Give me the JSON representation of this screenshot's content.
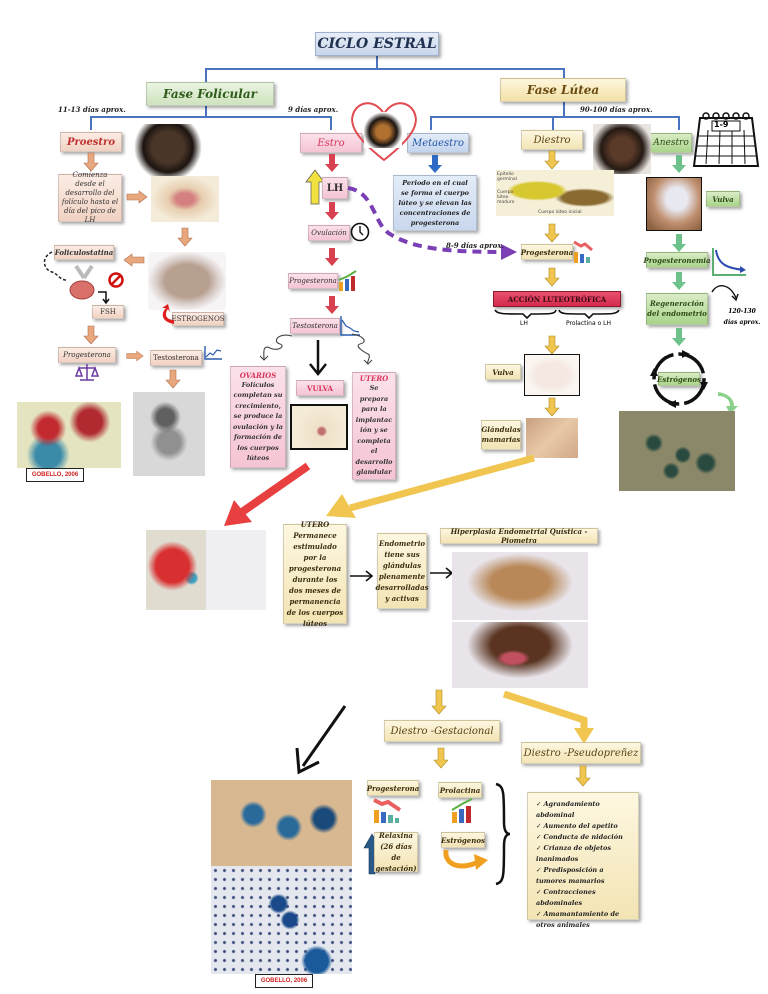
{
  "title": "CICLO ESTRAL",
  "phases": {
    "follicular": "Fase Folicular",
    "luteal": "Fase Lútea"
  },
  "durations": {
    "follicular": "11-13 días aprox.",
    "estro": "9 días aprox.",
    "luteal": "90-100 días aprox.",
    "lh_to_progesterone": "8-9 días aprox.",
    "anestro_regeneration": "120-130 días aprox."
  },
  "stages": {
    "proestro": "Proestro",
    "estro": "Estro",
    "metaestro": "Metaestro",
    "diestro": "Diestro",
    "anestro": "Anestro"
  },
  "proestro": {
    "description": "Comienza desde el desarrollo del folículo hasta el día del pico de LH",
    "foliculostatina": "Foliculostatina",
    "fsh": "FSH",
    "estrogenos": "ESTROGENOS",
    "progesterona": "Progesterona",
    "testosterona": "Testosterona",
    "credit": "GOBELLO, 2006"
  },
  "estro": {
    "lh": "LH",
    "ovulacion": "Ovulación",
    "progesterona": "Progesterona",
    "testosterona": "Testosterona",
    "ovarios_title": "OVARIOS",
    "ovarios_text": "Folículos completan su crecimiento, se produce la ovulación y la formación de los cuerpos lúteos",
    "vulva": "VULVA",
    "utero_title": "UTERO",
    "utero_text": "Se prepara para la implantación y se completa el desarrollo glandular"
  },
  "metaestro": {
    "description": "Periodo en el cual se forma el cuerpo lúteo y se elevan las concentraciones de progesterona"
  },
  "diestro": {
    "diagram_labels": [
      "Epitelio germinal",
      "Cuerpo lúteo maduro",
      "Cuerpo lúteo inicial"
    ],
    "progesterona": "Progesterona",
    "accion": "ACCIÓN LUTEOTRÓFICA",
    "lh": "LH",
    "prolactina_lh": "Prolactina o LH",
    "vulva": "Vulva",
    "glandulas": "Glándulas mamarias"
  },
  "anestro": {
    "calendar": "1-9",
    "vulva": "Vulva",
    "progesteronemia": "Progesteronemia",
    "regeneracion": "Regeneración del endometrio",
    "estrogenos": "Estrógenos"
  },
  "middle": {
    "utero_title": "UTERO",
    "utero_text": "Permanece estimulado por la progesterona durante los dos meses de permanencia de los cuerpos lúteos",
    "endometrio": "Endometrio tiene sus glándulas plenamente desarrolladas y activas",
    "hiperplasia": "Hiperplasia Endometrial Quística - Piometra"
  },
  "bottom": {
    "gestacional": "Diestro -Gestacional",
    "pseudo": "Diestro -Pseudopreñez",
    "progesterona": "Progesterona",
    "prolactina": "Prolactina",
    "relaxina": "Relaxina (26 días de gestación)",
    "estrogenos": "Estrógenos",
    "pseudo_signs": [
      "Agrandamiento abdominal",
      "Aumento del apetito",
      "Conducta de nidación",
      "Crianza de objetos inanimados",
      "Predisposición a tumores mamarios",
      "Contracciones abdominales",
      "Amamantamiento de otros animales"
    ],
    "credit": "GOBELLO, 2006"
  },
  "colors": {
    "connector": "#4a74c0",
    "proestro_arrow": "#e9a77e",
    "estro_arrow": "#d8414f",
    "metaestro_arrow": "#2d6bc4",
    "diestro_arrow": "#f1c650",
    "anestro_arrow": "#6cc28a",
    "dashed_arrow": "#7b3fb5"
  }
}
